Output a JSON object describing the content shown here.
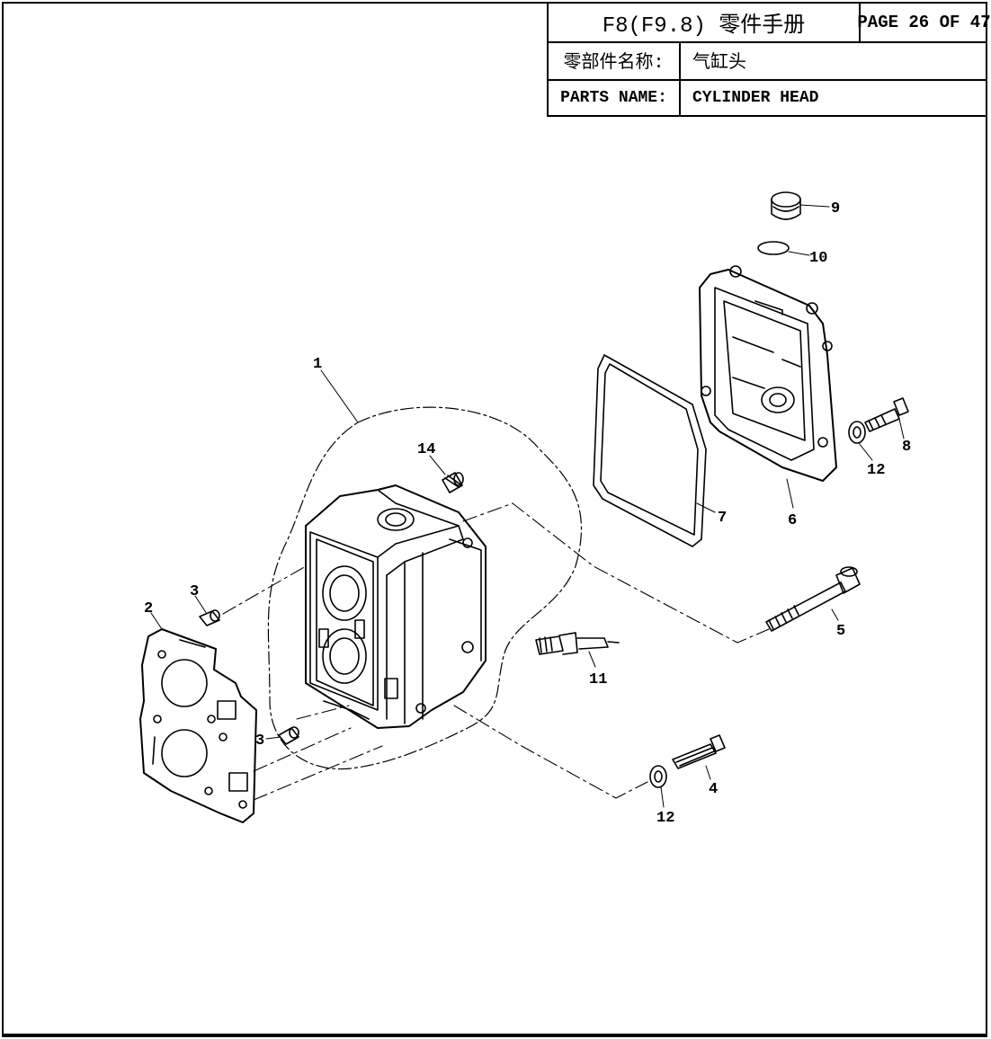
{
  "header": {
    "model_title": "F8(F9.8) 零件手册",
    "page_label": "PAGE 26 OF 47",
    "name_label_cn": "零部件名称:",
    "name_value_cn": "气缸头",
    "name_label_en": "PARTS NAME:",
    "name_value_en": "CYLINDER HEAD"
  },
  "callouts": {
    "p1": "1",
    "p2": "2",
    "p3a": "3",
    "p3b": "3",
    "p4": "4",
    "p5": "5",
    "p6": "6",
    "p7": "7",
    "p8": "8",
    "p9": "9",
    "p10": "10",
    "p11": "11",
    "p12a": "12",
    "p12b": "12",
    "p14": "14"
  }
}
